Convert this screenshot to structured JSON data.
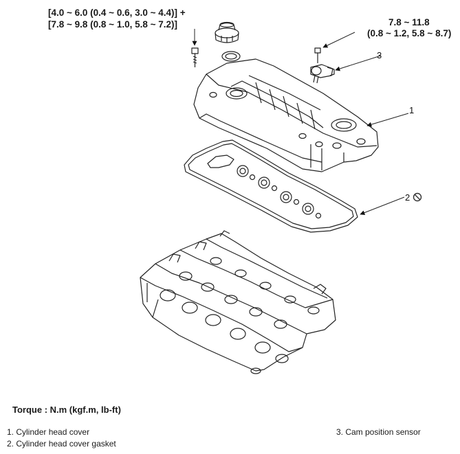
{
  "torque_specs": {
    "cover_bolt_line1": "[4.0 ~ 6.0 (0.4 ~ 0.6, 3.0 ~ 4.4)] +",
    "cover_bolt_line2": "[7.8 ~ 9.8 (0.8 ~ 1.0, 5.8 ~ 7.2)]",
    "sensor_bolt_line1": "7.8 ~ 11.8",
    "sensor_bolt_line2": "(0.8 ~ 1.2, 5.8 ~ 8.7)"
  },
  "callouts": {
    "item1": "1",
    "item2": "2",
    "item3": "3"
  },
  "footer": {
    "torque_unit_label": "Torque : N.m (kgf.m, lb-ft)"
  },
  "legend": [
    "1. Cylinder head cover",
    "2. Cylinder head cover gasket",
    "3. Cam position sensor"
  ],
  "icons": {
    "no_reuse": "prohibited-circle-icon"
  }
}
